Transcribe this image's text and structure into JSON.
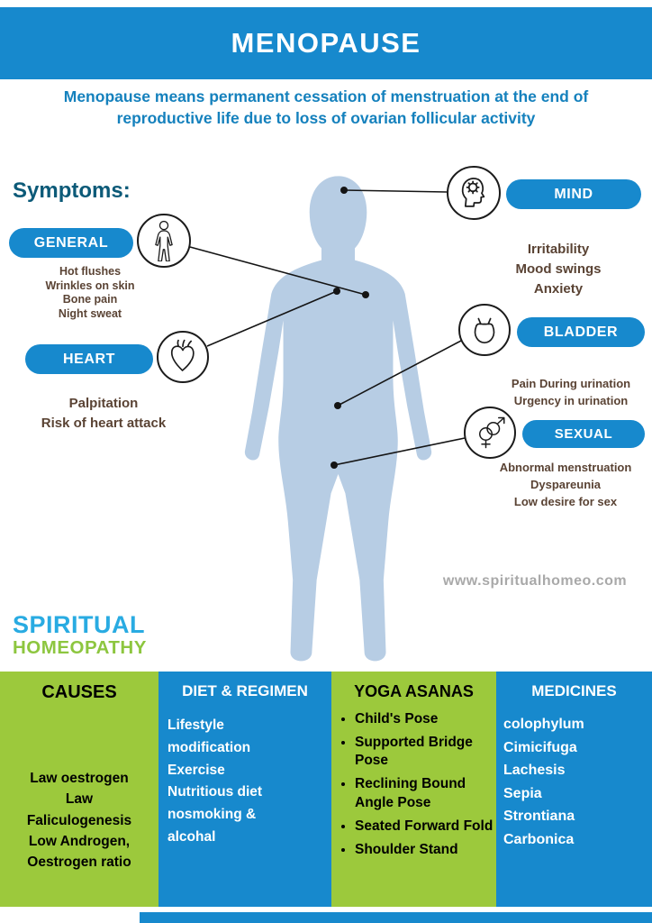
{
  "header": {
    "title": "MENOPAUSE"
  },
  "intro": {
    "text": "Menopause means permanent cessation of menstruation at the end of reproductive life due to loss of ovarian follicular activity"
  },
  "symptoms": {
    "heading": "Symptoms:",
    "groups": [
      {
        "id": "general",
        "label": "GENERAL",
        "icon": "body-icon",
        "items": [
          "Hot flushes",
          "Wrinkles on skin",
          "Bone pain",
          "Night sweat"
        ]
      },
      {
        "id": "heart",
        "label": "HEART",
        "icon": "heart-icon",
        "items": [
          "Palpitation",
          "Risk of heart attack"
        ]
      },
      {
        "id": "mind",
        "label": "MIND",
        "icon": "head-gears-icon",
        "items": [
          "Irritability",
          "Mood swings",
          "Anxiety"
        ]
      },
      {
        "id": "bladder",
        "label": "BLADDER",
        "icon": "bladder-icon",
        "items": [
          "Pain During urination",
          "Urgency in urination"
        ]
      },
      {
        "id": "sexual",
        "label": "SEXUAL",
        "icon": "gender-symbols-icon",
        "items": [
          "Abnormal menstruation",
          "Dyspareunia",
          "Low desire for sex"
        ]
      }
    ]
  },
  "website": "www.spiritualhomeo.com",
  "logo": {
    "line1": "SPIRITUAL",
    "line2": "HOMEOPATHY"
  },
  "panels": {
    "causes": {
      "title": "CAUSES",
      "lines": [
        "Law oestrogen",
        "Law",
        "Faliculogenesis",
        "Low Androgen,",
        "Oestrogen ratio"
      ]
    },
    "diet": {
      "title": "DIET & REGIMEN",
      "lines": [
        "Lifestyle",
        "modification",
        "Exercise",
        "Nutritious diet",
        "nosmoking &",
        "alcohal"
      ]
    },
    "yoga": {
      "title": "YOGA ASANAS",
      "items": [
        "Child's Pose",
        "Supported Bridge Pose",
        "Reclining Bound Angle Pose",
        "Seated Forward Fold",
        "Shoulder Stand"
      ]
    },
    "medicines": {
      "title": "MEDICINES",
      "items": [
        "colophylum",
        "Cimicifuga",
        "Lachesis",
        "Sepia",
        "Strontiana",
        "Carbonica"
      ]
    }
  },
  "colors": {
    "primary_blue": "#1789cd",
    "accent_green": "#9cc93c",
    "body_silhouette": "#b7cde4",
    "symptom_text_brown": "#5a4334",
    "logo_blue": "#29abe2",
    "logo_green": "#8dc63f",
    "website_gray": "#a9a9a9"
  }
}
